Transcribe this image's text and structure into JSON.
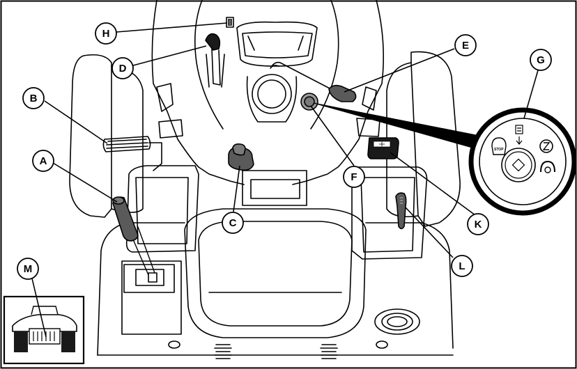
{
  "callouts": [
    {
      "id": "A",
      "letter": "A",
      "part": "lever"
    },
    {
      "id": "B",
      "letter": "B",
      "part": "pedal"
    },
    {
      "id": "C",
      "letter": "C",
      "part": "knob"
    },
    {
      "id": "D",
      "letter": "D",
      "part": "throttle"
    },
    {
      "id": "E",
      "letter": "E",
      "part": "lever-handle"
    },
    {
      "id": "F",
      "letter": "F",
      "part": "ignition-switch"
    },
    {
      "id": "G",
      "letter": "G",
      "part": "ignition-detail"
    },
    {
      "id": "H",
      "letter": "H",
      "part": "indicator"
    },
    {
      "id": "K",
      "letter": "K",
      "part": "switch"
    },
    {
      "id": "L",
      "letter": "L",
      "part": "lever"
    },
    {
      "id": "M",
      "letter": "M",
      "part": "inset"
    }
  ],
  "ignition_detail": {
    "stop_label": "STOP"
  },
  "colors": {
    "line": "#000000",
    "shade": "#5a5a5a",
    "dark": "#1a1a1a",
    "background": "#ffffff"
  }
}
